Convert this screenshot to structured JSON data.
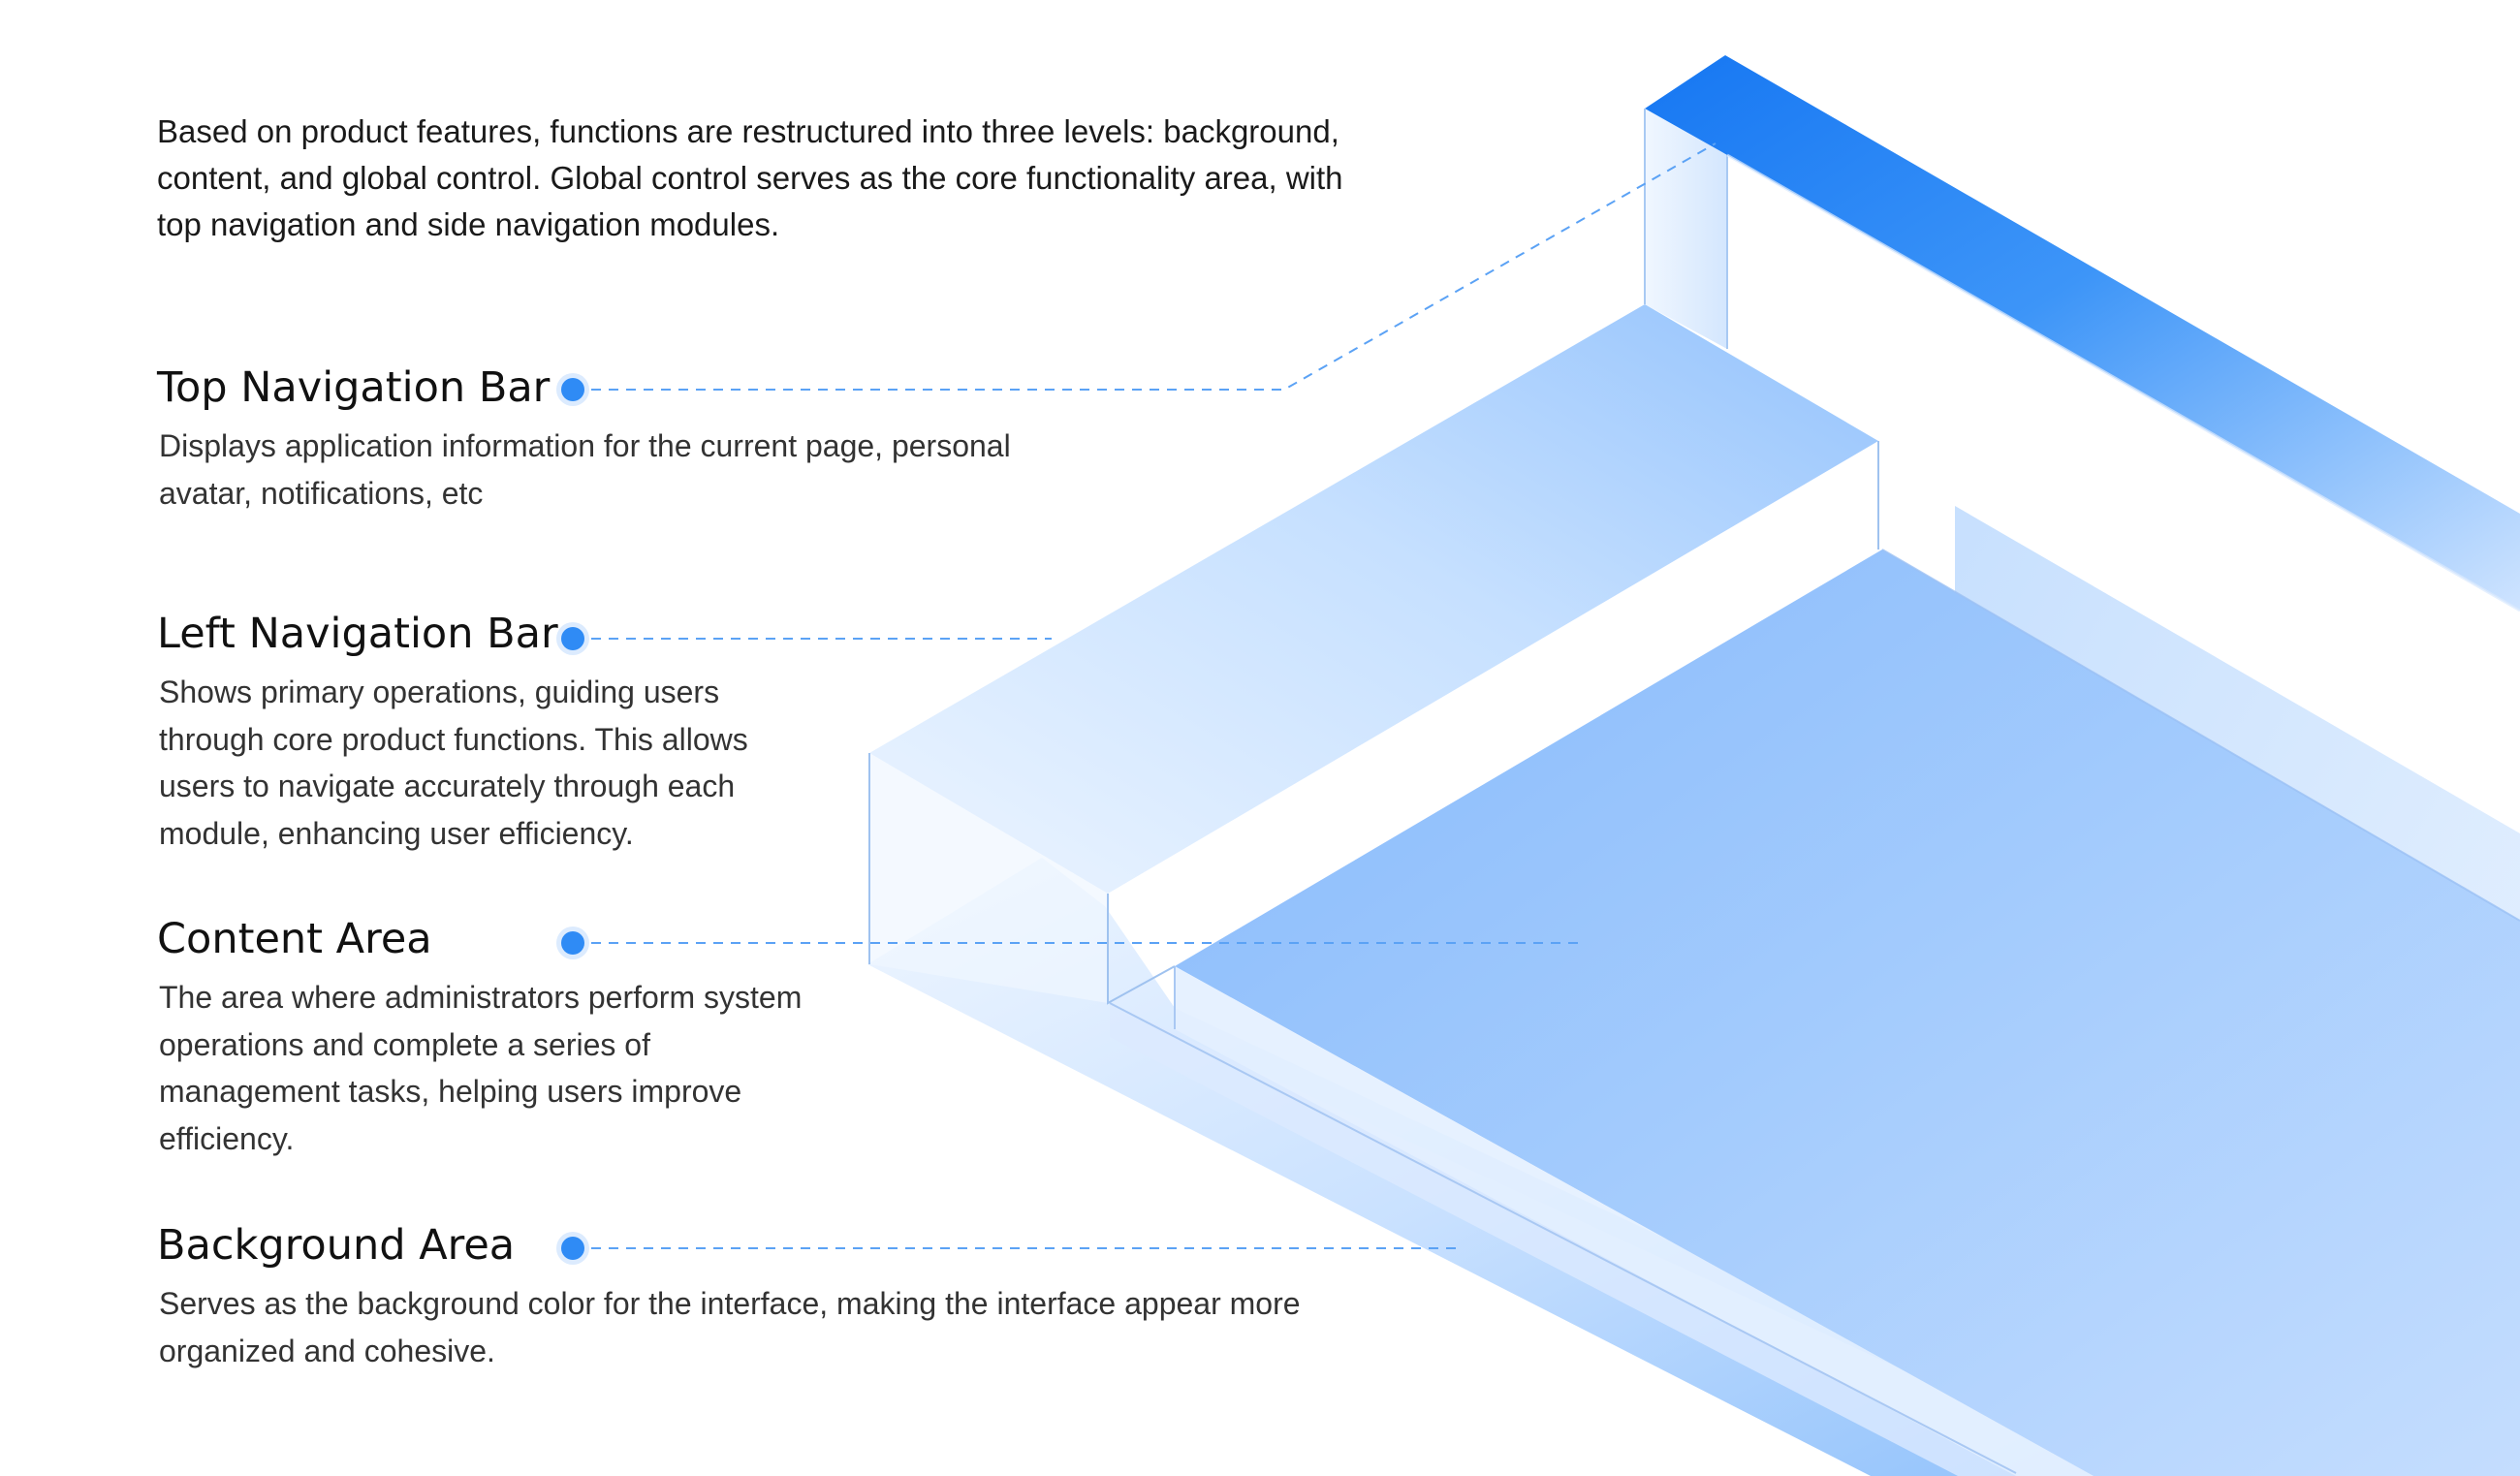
{
  "intro": "Based on product features, functions are restructured into three levels: background, content, and global control. Global control serves as the core functionality area, with top navigation and side navigation modules.",
  "sections": [
    {
      "title": "Top Navigation Bar",
      "description": "Displays application information for the current page, personal avatar, notifications, etc"
    },
    {
      "title": "Left Navigation Bar",
      "description": "Shows primary operations, guiding users through core product functions. This allows users to navigate accurately through each module, enhancing user efficiency."
    },
    {
      "title": "Content Area",
      "description": "The area where administrators perform system operations and complete a series of management tasks, helping users improve efficiency."
    },
    {
      "title": "Background Area",
      "description": "Serves as the background color for the interface, making the interface appear more organized and cohesive."
    }
  ],
  "colors": {
    "accent": "#2f8bf5",
    "top_nav": "#1e84f7",
    "layer_light": "#eaf4ff",
    "layer_mid": "#b9d8ff",
    "layer_deep": "#8cbdfc"
  }
}
